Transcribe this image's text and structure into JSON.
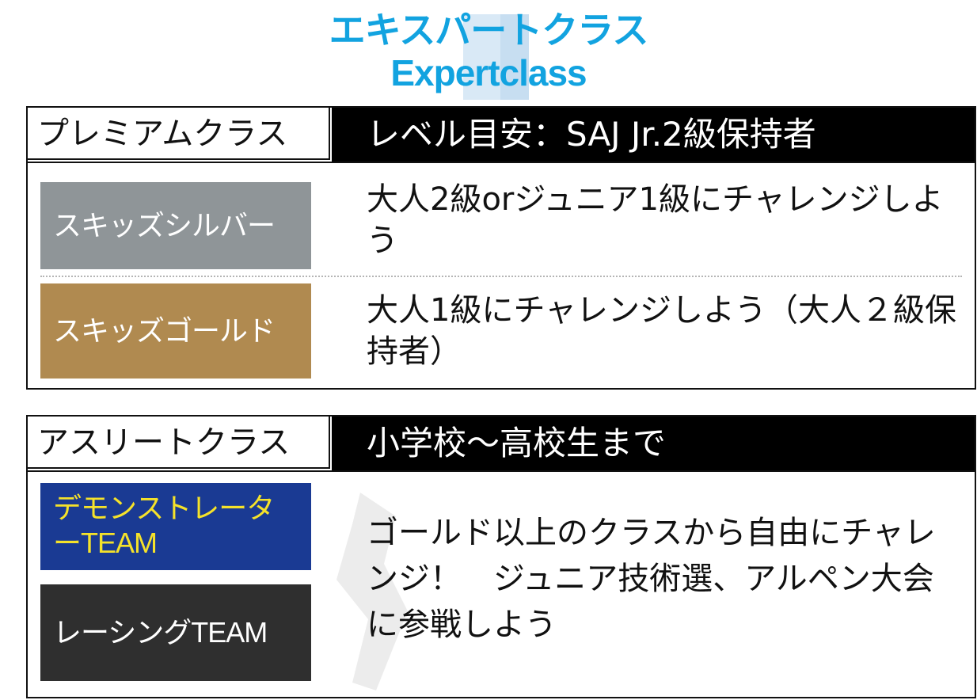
{
  "title": {
    "jp": "エキスパートクラス",
    "en": "Expertclass"
  },
  "premium": {
    "name": "プレミアムクラス",
    "level": "レベル目安：SAJ Jr.2級保持者",
    "items": [
      {
        "tag": "スキッズシルバー",
        "desc": "大人2級orジュニア1級にチャレンジしよう"
      },
      {
        "tag": "スキッズゴールド",
        "desc": "大人1級にチャレンジしよう（大人２級保持者）"
      }
    ]
  },
  "athlete": {
    "name": "アスリートクラス",
    "level": "小学校～高校生まで",
    "tags": [
      "デモンストレーターTEAM",
      "レーシングTEAM"
    ],
    "desc": "ゴールド以上のクラスから自由にチャレンジ！　ジュニア技術選、アルペン大会に参戦しよう"
  },
  "colors": {
    "title": "#12a3e0",
    "silver": "#8f9598",
    "gold": "#b08a50",
    "demo_bg": "#1a3a93",
    "demo_text": "#f5e22a",
    "racing": "#2f2f2f",
    "level_bg": "#000000"
  }
}
